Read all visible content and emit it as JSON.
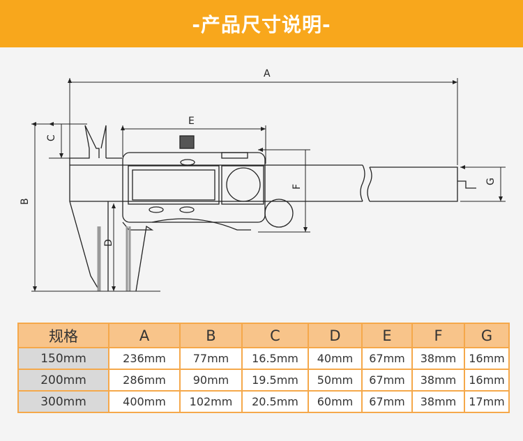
{
  "header": {
    "title": "-产品尺寸说明-"
  },
  "diagram": {
    "labels": {
      "A": "A",
      "B": "B",
      "C": "C",
      "D": "D",
      "E": "E",
      "F": "F",
      "G": "G"
    }
  },
  "table": {
    "headers": [
      "规格",
      "A",
      "B",
      "C",
      "D",
      "E",
      "F",
      "G"
    ],
    "rows": [
      [
        "150mm",
        "236mm",
        "77mm",
        "16.5mm",
        "40mm",
        "67mm",
        "38mm",
        "16mm"
      ],
      [
        "200mm",
        "286mm",
        "90mm",
        "19.5mm",
        "50mm",
        "67mm",
        "38mm",
        "16mm"
      ],
      [
        "300mm",
        "400mm",
        "102mm",
        "20.5mm",
        "60mm",
        "67mm",
        "38mm",
        "17mm"
      ]
    ]
  },
  "colors": {
    "accent": "#f8a71c",
    "header_row": "#f8c48a",
    "border": "#f5a84a"
  }
}
